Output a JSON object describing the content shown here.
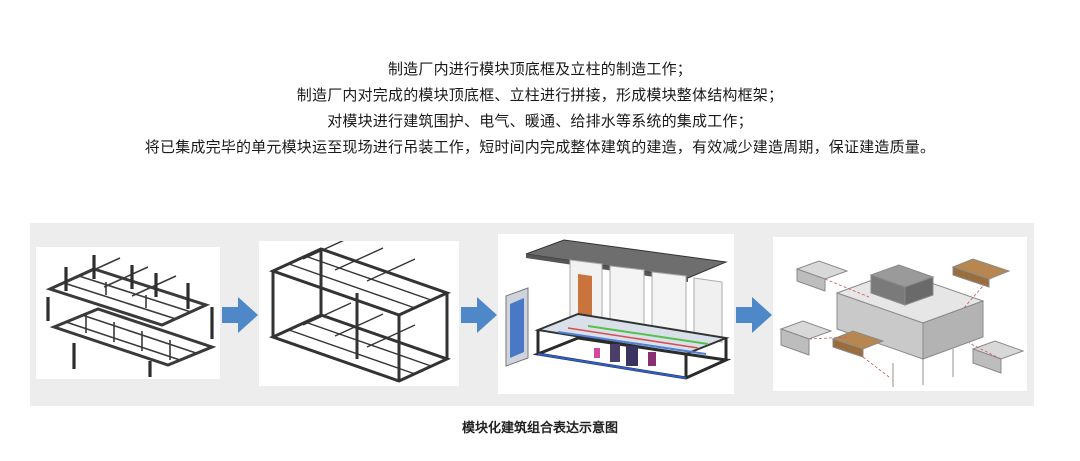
{
  "description": {
    "lines": [
      "制造厂内进行模块顶底框及立柱的制造工作；",
      "制造厂内对完成的模块顶底框、立柱进行拼接，形成模块整体结构框架；",
      "对模块进行建筑围护、电气、暖通、给排水等系统的集成工作；",
      "将已集成完毕的单元模块运至现场进行吊装工作，短时间内完成整体建筑的建造，有效减少建造周期，保证建造质量。"
    ]
  },
  "figure": {
    "steps": [
      {
        "name": "frame-parts",
        "icon": "exploded-frame-icon"
      },
      {
        "name": "assembled-frame",
        "icon": "assembled-frame-icon"
      },
      {
        "name": "integrated-module",
        "icon": "integrated-module-icon"
      },
      {
        "name": "building-assembly",
        "icon": "building-assembly-icon"
      }
    ],
    "arrow_icon": "right-arrow-icon",
    "arrow_color": "#4f88c9",
    "caption": "模块化建筑组合表达示意图"
  }
}
